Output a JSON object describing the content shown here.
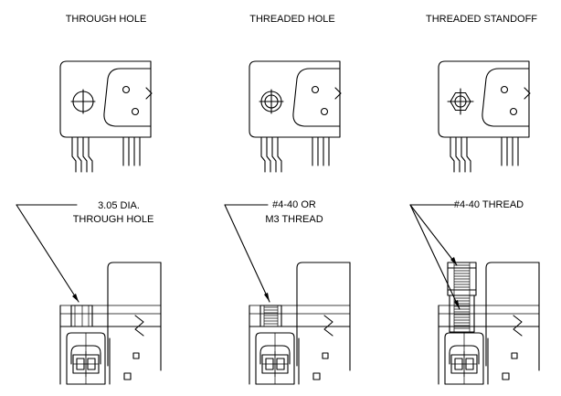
{
  "columns": [
    {
      "title": "THROUGH HOLE",
      "callout": [
        "3.05 DIA.",
        "THROUGH HOLE"
      ]
    },
    {
      "title": "THREADED HOLE",
      "callout": [
        "#4-40 OR",
        "M3 THREAD"
      ]
    },
    {
      "title": "THREADED STANDOFF",
      "callout": [
        "#4-40 THREAD"
      ]
    }
  ]
}
